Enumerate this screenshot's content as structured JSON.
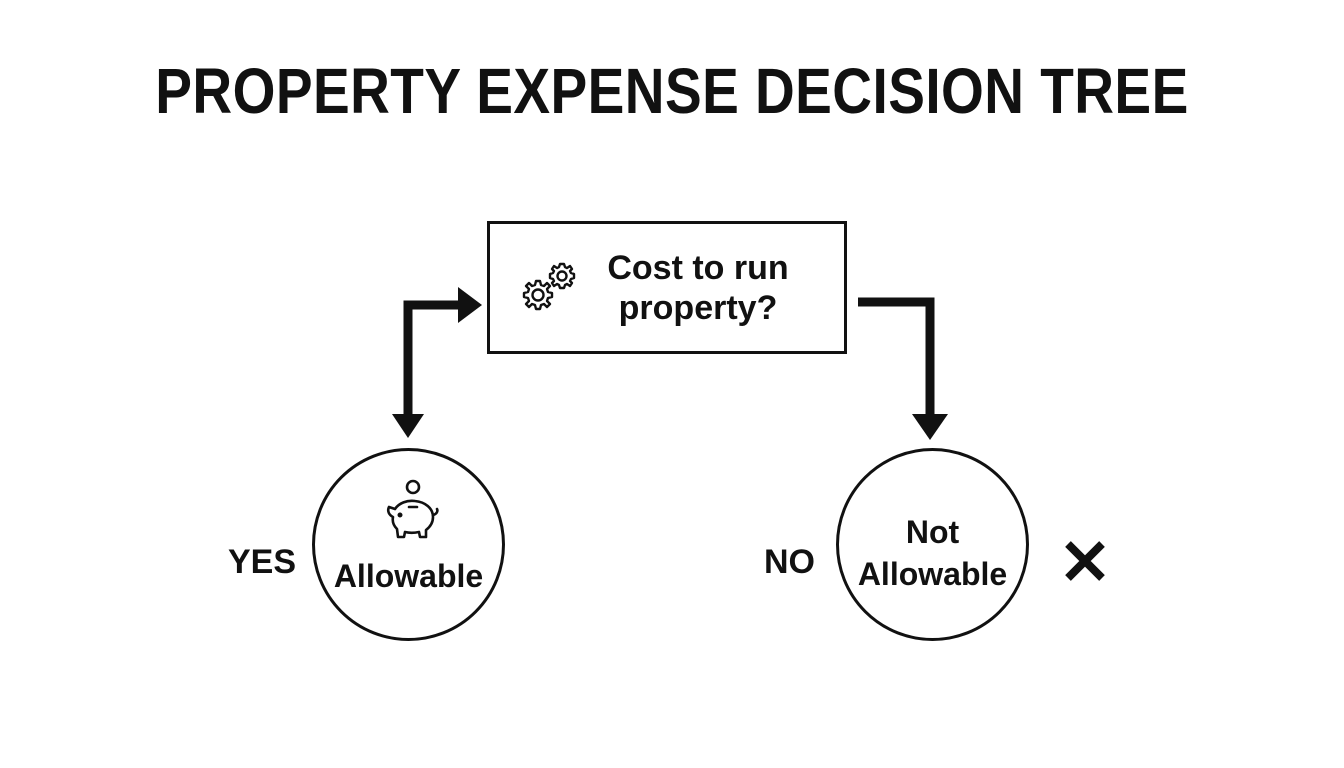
{
  "title": "PROPERTY EXPENSE DECISION TREE",
  "question": {
    "line1": "Cost to run",
    "line2": "property?",
    "icon": "gears-icon"
  },
  "yes_branch": {
    "label": "YES",
    "outcome": "Allowable",
    "icon": "piggy-bank-icon"
  },
  "no_branch": {
    "label": "NO",
    "outcome_line1": "Not",
    "outcome_line2": "Allowable",
    "icon": "cross-icon"
  },
  "colors": {
    "ink": "#111111",
    "background": "#ffffff"
  }
}
